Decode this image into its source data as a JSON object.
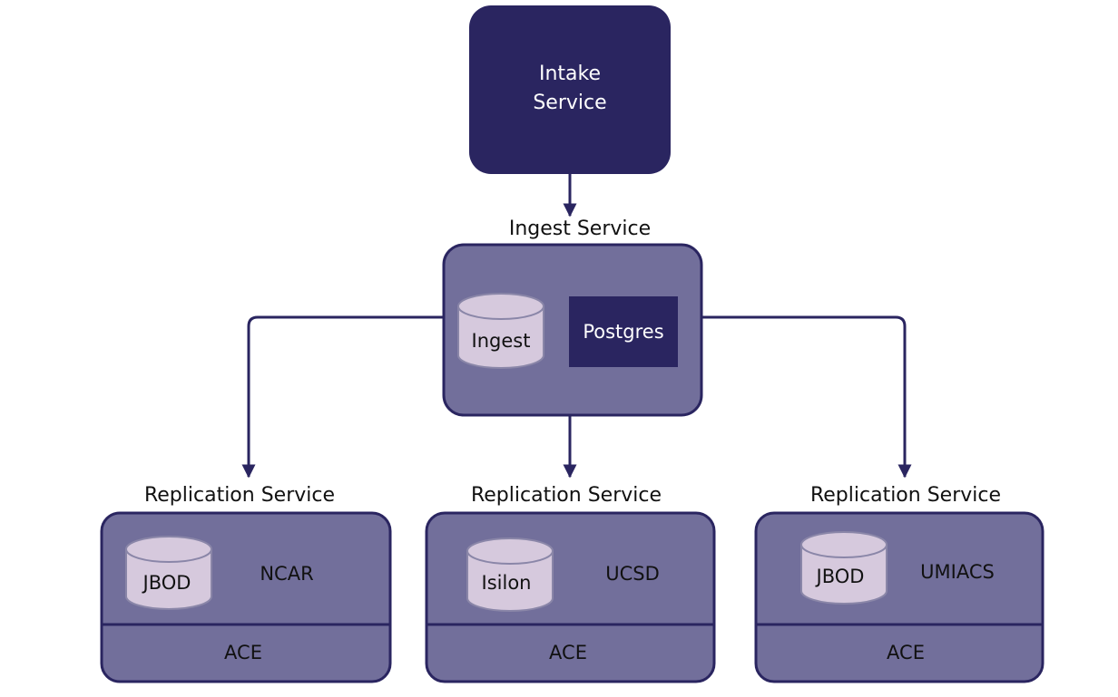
{
  "intake": {
    "line1": "Intake",
    "line2": "Service"
  },
  "ingest": {
    "title": "Ingest Service",
    "db_label": "Ingest",
    "pg_label": "Postgres"
  },
  "replicas": [
    {
      "title": "Replication Service",
      "db_label": "JBOD",
      "site": "NCAR",
      "ace": "ACE"
    },
    {
      "title": "Replication Service",
      "db_label": "Isilon",
      "site": "UCSD",
      "ace": "ACE"
    },
    {
      "title": "Replication Service",
      "db_label": "JBOD",
      "site": "UMIACS",
      "ace": "ACE"
    }
  ],
  "colors": {
    "dark": "#2a2560",
    "mid": "#726f9b",
    "light": "#d6c9dd",
    "stroke": "#2a2560"
  }
}
